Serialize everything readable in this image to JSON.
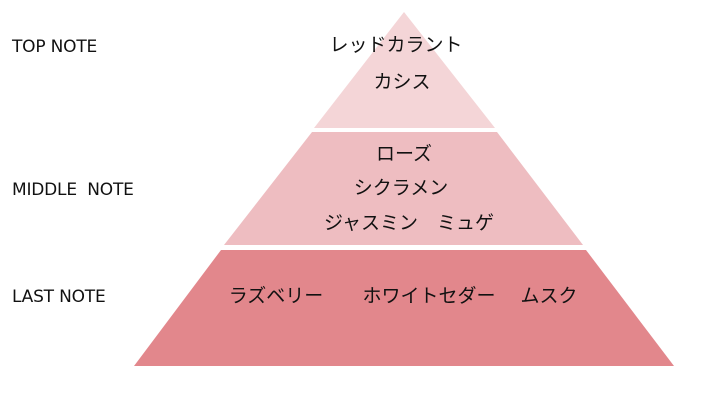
{
  "tiers": {
    "top": {
      "label": "TOP NOTE",
      "notes": [
        "レッドカラント",
        "カシス"
      ],
      "color": "#f4d5d7"
    },
    "middle": {
      "label": "MIDDLE  NOTE",
      "notes": [
        "ローズ",
        "シクラメン",
        "ジャスミン　ミュゲ"
      ],
      "color": "#eebdc1"
    },
    "last": {
      "label": "LAST NOTE",
      "notes": [
        "ラズベリー",
        "ホワイトセダー",
        "ムスク"
      ],
      "color": "#e2878c"
    }
  }
}
